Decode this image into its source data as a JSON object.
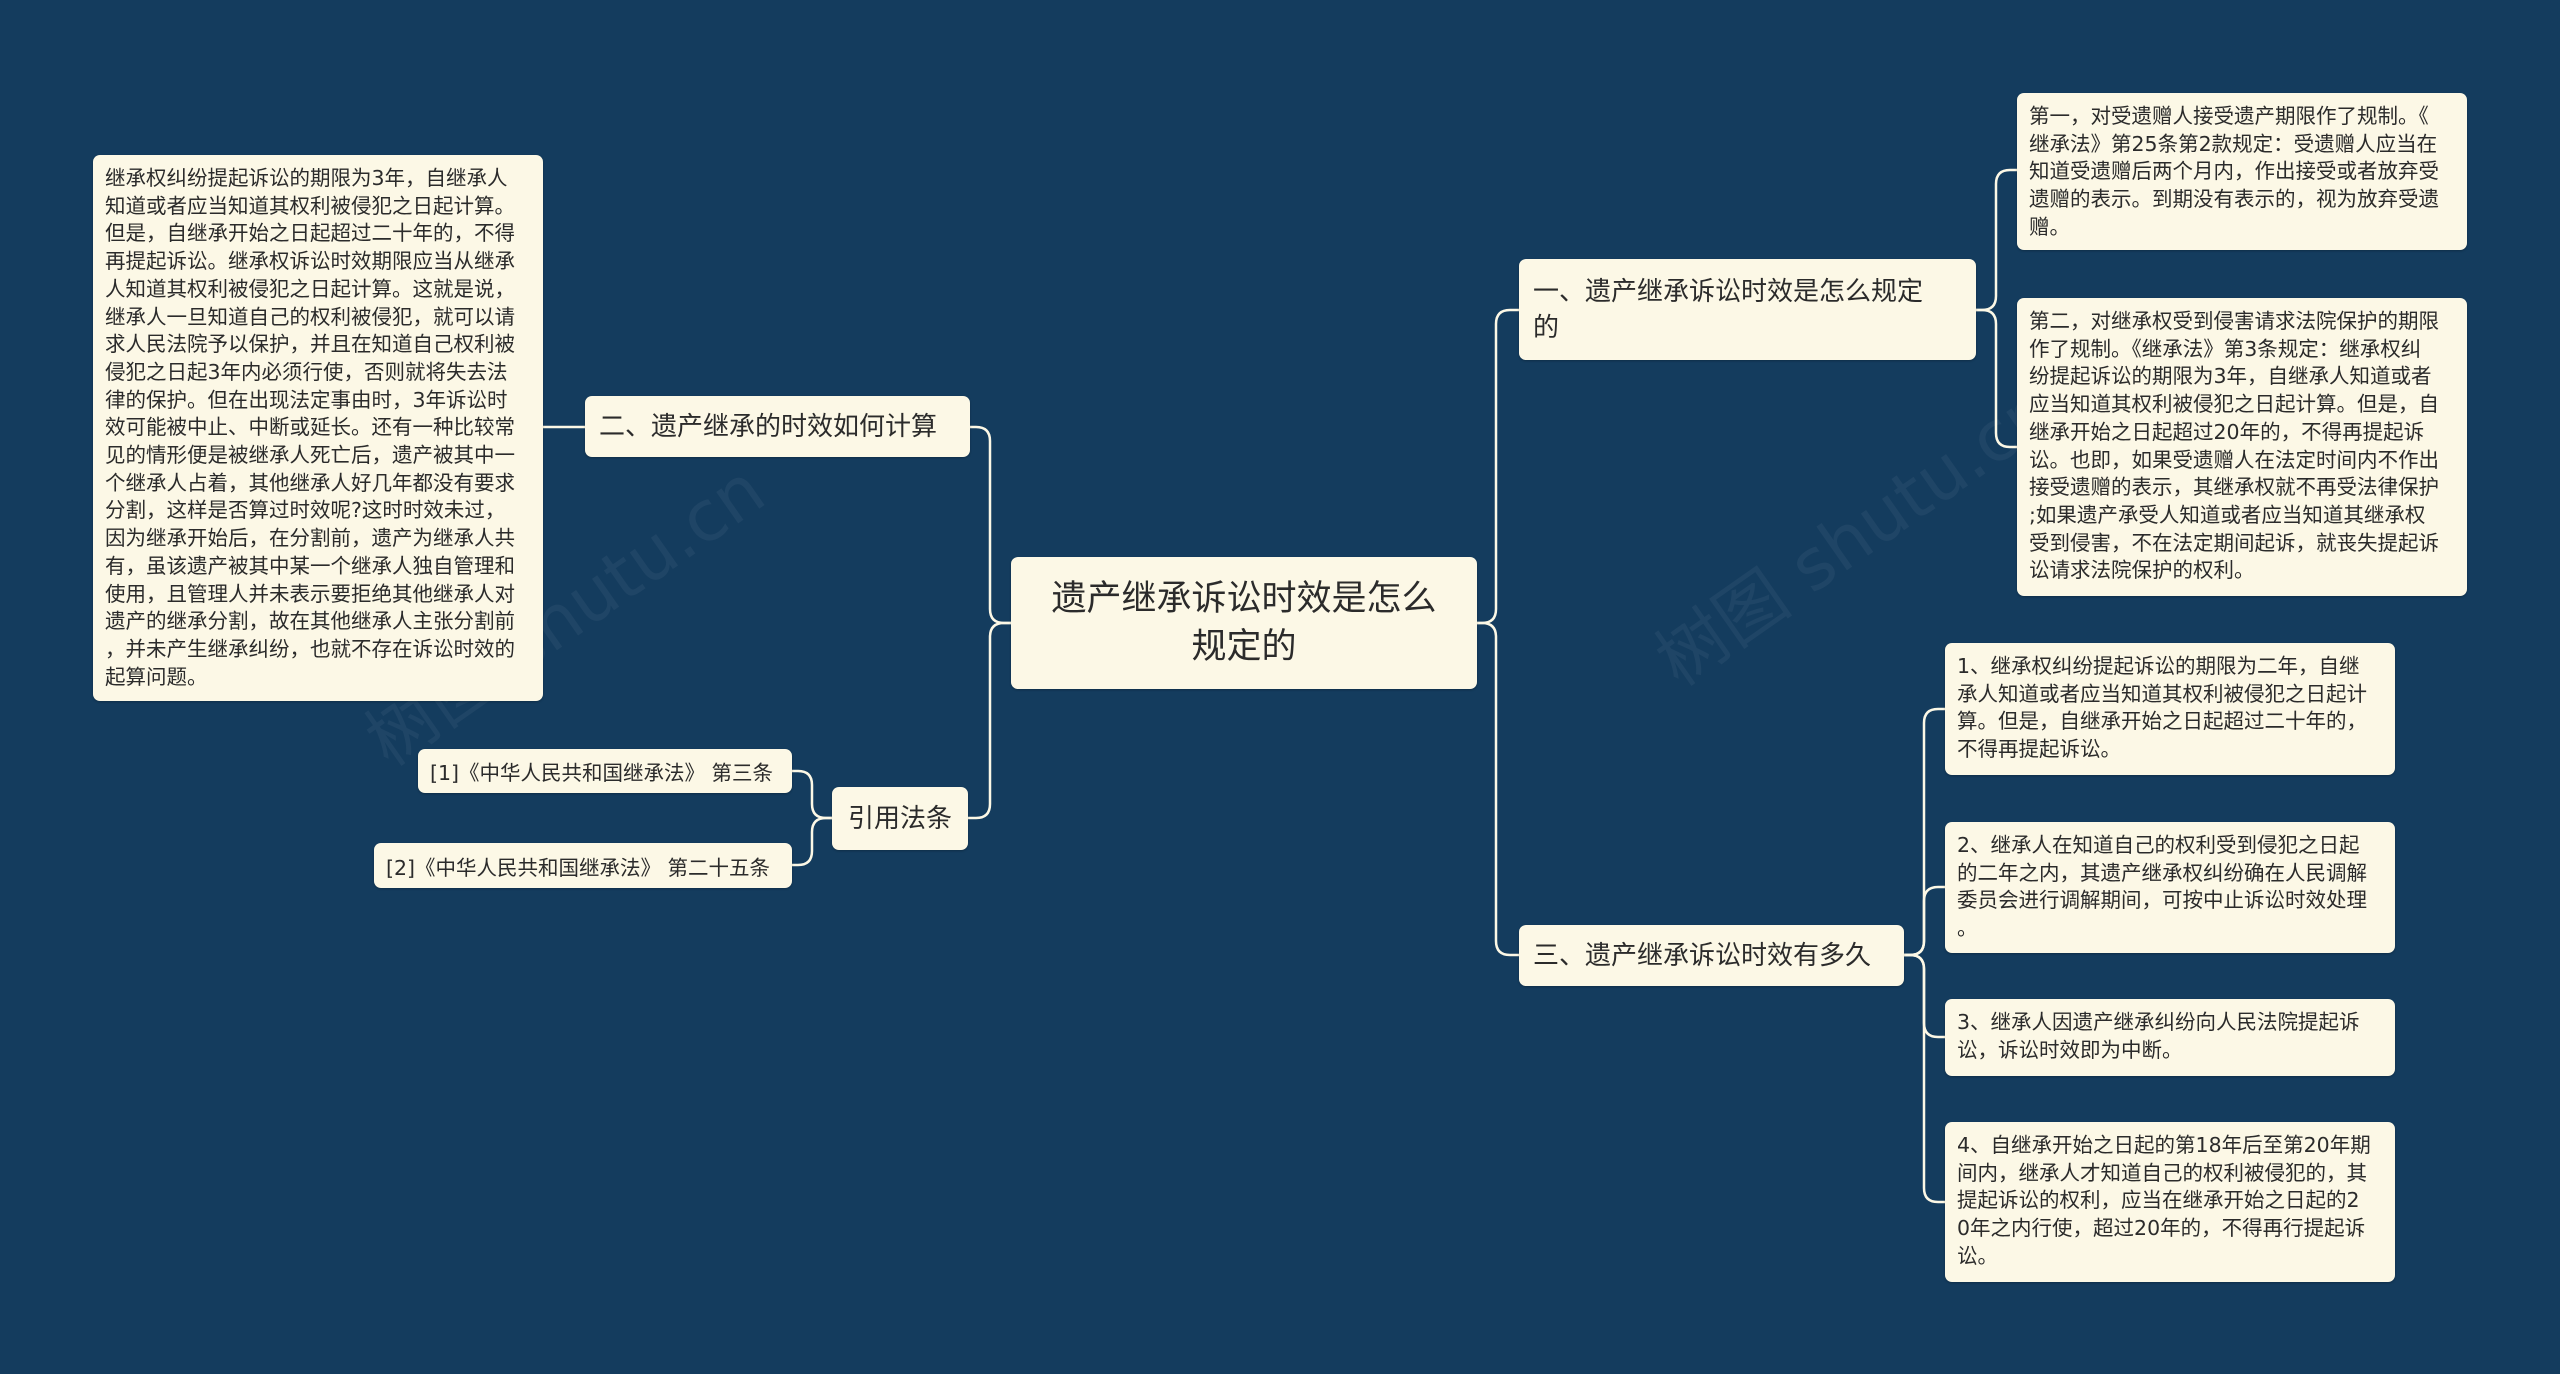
{
  "colors": {
    "background": "#143c5e",
    "node_fill": "#fcf8e6",
    "connector": "#fcf8e6",
    "text": "#2b2b2b"
  },
  "root": {
    "text": "遗产继承诉讼时效是怎么\n规定的"
  },
  "branches": {
    "b1": {
      "label": "一、遗产继承诉讼时效是怎么规定\n的",
      "children": [
        "第一，对受遗赠人接受遗产期限作了规制。《\n继承法》第25条第2款规定：受遗赠人应当在\n知道受遗赠后两个月内，作出接受或者放弃受\n遗赠的表示。到期没有表示的，视为放弃受遗\n赠。",
        "第二，对继承权受到侵害请求法院保护的期限\n作了规制。《继承法》第3条规定：继承权纠\n纷提起诉讼的期限为3年，自继承人知道或者\n应当知道其权利被侵犯之日起计算。但是，自\n继承开始之日起超过20年的，不得再提起诉\n讼。也即，如果受遗赠人在法定时间内不作出\n接受遗赠的表示，其继承权就不再受法律保护\n;如果遗产承受人知道或者应当知道其继承权\n受到侵害，不在法定期间起诉，就丧失提起诉\n讼请求法院保护的权利。"
      ]
    },
    "b2": {
      "label": "二、遗产继承的时效如何计算",
      "children": [
        "继承权纠纷提起诉讼的期限为3年，自继承人\n知道或者应当知道其权利被侵犯之日起计算。\n但是，自继承开始之日起超过二十年的，不得\n再提起诉讼。继承权诉讼时效期限应当从继承\n人知道其权利被侵犯之日起计算。这就是说，\n继承人一旦知道自己的权利被侵犯，就可以请\n求人民法院予以保护，并且在知道自己权利被\n侵犯之日起3年内必须行使，否则就将失去法\n律的保护。但在出现法定事由时，3年诉讼时\n效可能被中止、中断或延长。还有一种比较常\n见的情形便是被继承人死亡后，遗产被其中一\n个继承人占着，其他继承人好几年都没有要求\n分割，这样是否算过时效呢?这时时效未过，\n因为继承开始后，在分割前，遗产为继承人共\n有，虽该遗产被其中某一个继承人独自管理和\n使用，且管理人并未表示要拒绝其他继承人对\n遗产的继承分割，故在其他继承人主张分割前\n，并未产生继承纠纷，也就不存在诉讼时效的\n起算问题。"
      ]
    },
    "b3": {
      "label": "三、遗产继承诉讼时效有多久",
      "children": [
        "1、继承权纠纷提起诉讼的期限为二年，自继\n承人知道或者应当知道其权利被侵犯之日起计\n算。但是，自继承开始之日起超过二十年的，\n不得再提起诉讼。",
        "2、继承人在知道自己的权利受到侵犯之日起\n的二年之内，其遗产继承权纠纷确在人民调解\n委员会进行调解期间，可按中止诉讼时效处理\n。",
        "3、继承人因遗产继承纠纷向人民法院提起诉\n讼，诉讼时效即为中断。",
        "4、自继承开始之日起的第18年后至第20年期\n间内，继承人才知道自己的权利被侵犯的，其\n提起诉讼的权利，应当在继承开始之日起的2\n0年之内行使，超过20年的，不得再行提起诉\n讼。"
      ]
    },
    "b4": {
      "label": "引用法条",
      "children": [
        "[1]《中华人民共和国继承法》 第三条",
        "[2]《中华人民共和国继承法》 第二十五条"
      ]
    }
  }
}
